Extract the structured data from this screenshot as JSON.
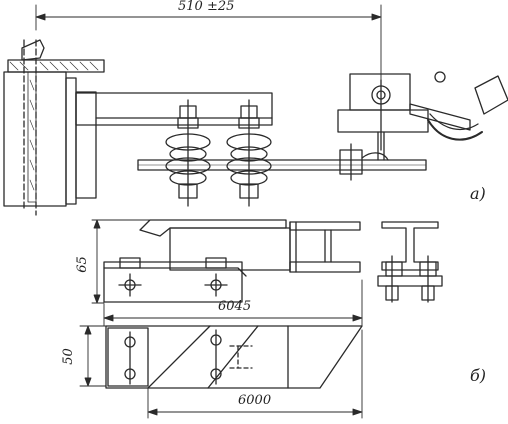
{
  "labels": {
    "top_dimension": "510 ±25",
    "view_a": "а)",
    "view_b": "б)",
    "height_65": "65",
    "length_6045": "6045",
    "height_50": "50",
    "length_6000": "6000"
  },
  "colors": {
    "ink": "#2a2a2a",
    "paper": "#ffffff"
  }
}
